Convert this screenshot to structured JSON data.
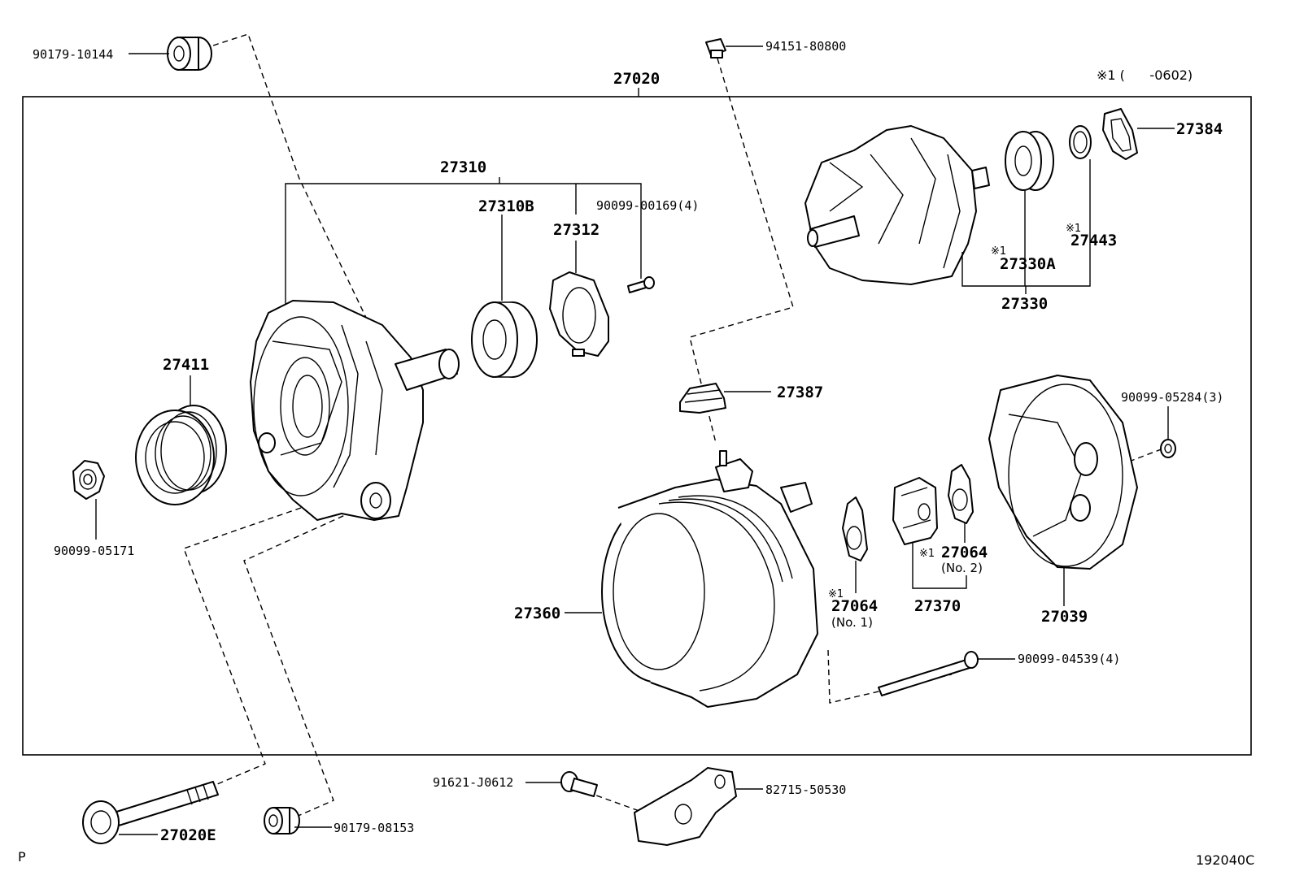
{
  "diagram": {
    "assembly_number": "27020",
    "legend_note": "※1 (      -0602)",
    "figure_code": "192040C",
    "page_marker": "P"
  },
  "parts": [
    {
      "id": "p1",
      "number": "90179-10144"
    },
    {
      "id": "p2",
      "number": "94151-80800"
    },
    {
      "id": "p3",
      "number": "27310"
    },
    {
      "id": "p4",
      "number": "27310B"
    },
    {
      "id": "p5",
      "number": "27312"
    },
    {
      "id": "p6",
      "number": "90099-00169(4)"
    },
    {
      "id": "p7",
      "number": "27384"
    },
    {
      "id": "p8",
      "number": "27443",
      "note": "※1"
    },
    {
      "id": "p9",
      "number": "27330A",
      "note": "※1"
    },
    {
      "id": "p10",
      "number": "27330"
    },
    {
      "id": "p11",
      "number": "27411"
    },
    {
      "id": "p12",
      "number": "27387"
    },
    {
      "id": "p13",
      "number": "90099-05284(3)"
    },
    {
      "id": "p14",
      "number": "90099-05171"
    },
    {
      "id": "p15",
      "number": "27064",
      "note": "※1",
      "sub": "(No. 2)"
    },
    {
      "id": "p16",
      "number": "27064",
      "note": "※1",
      "sub": "(No. 1)"
    },
    {
      "id": "p17",
      "number": "27370"
    },
    {
      "id": "p18",
      "number": "27039"
    },
    {
      "id": "p19",
      "number": "27360"
    },
    {
      "id": "p20",
      "number": "90099-04539(4)"
    },
    {
      "id": "p21",
      "number": "91621-J0612"
    },
    {
      "id": "p22",
      "number": "82715-50530"
    },
    {
      "id": "p23",
      "number": "27020E"
    },
    {
      "id": "p24",
      "number": "90179-08153"
    }
  ]
}
